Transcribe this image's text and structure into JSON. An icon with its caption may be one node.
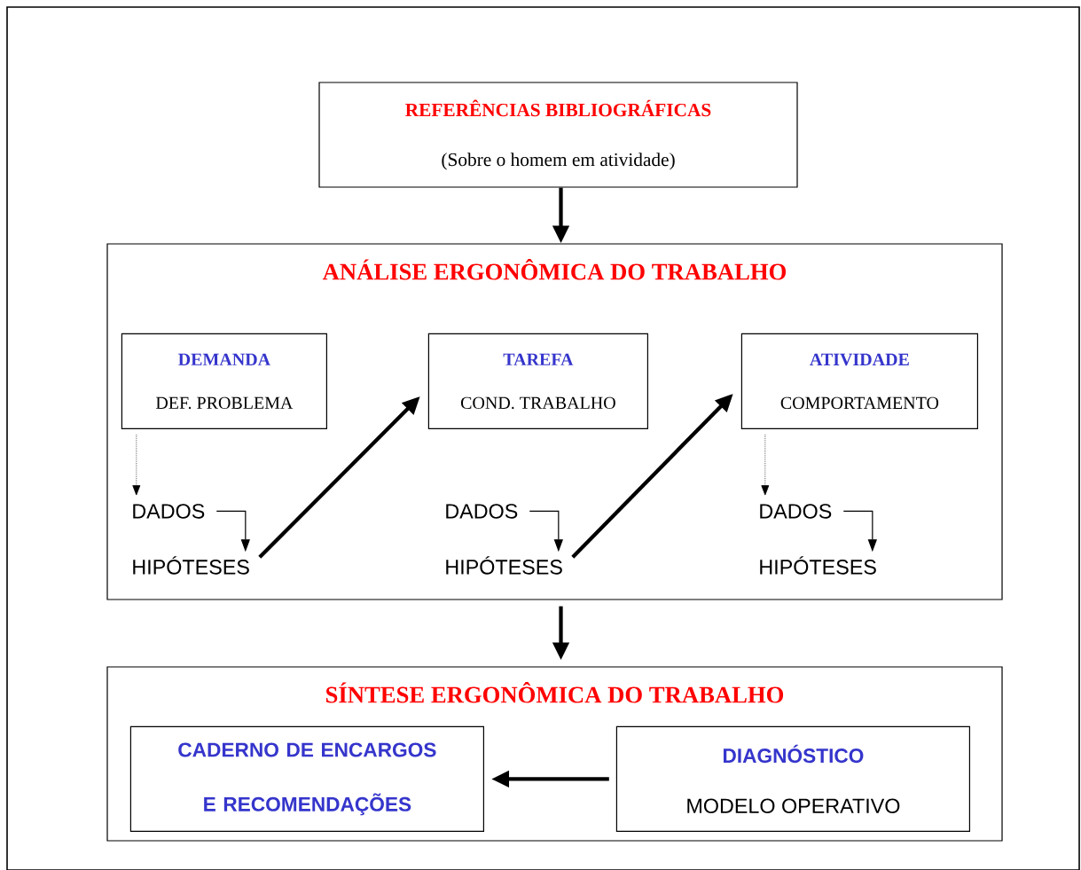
{
  "diagram": {
    "nodes": [
      {
        "text": [
          "REFERÊNCIAS BIBLIOGRÁFICAS",
          "(Sobre o homem em atividade)"
        ]
      },
      {
        "text": [
          "ANÁLISE ERGONÔMICA DO TRABALHO"
        ]
      },
      {
        "text": [
          "DEMANDA",
          "DEF. PROBLEMA"
        ],
        "in": 1
      },
      {
        "text": [
          "TAREFA",
          "COND. TRABALHO"
        ],
        "in": 1
      },
      {
        "text": [
          "ATIVIDADE",
          "COMPORTAMENTO"
        ],
        "in": 1
      },
      {
        "text": [
          "DADOS"
        ],
        "in": 1
      },
      {
        "text": [
          "HIPÓTESES"
        ],
        "in": 1
      },
      {
        "text": [
          "DADOS"
        ],
        "in": 1
      },
      {
        "text": [
          "HIPÓTESES"
        ],
        "in": 1
      },
      {
        "text": [
          "DADOS"
        ],
        "in": 1
      },
      {
        "text": [
          "HIPÓTESES"
        ],
        "in": 1
      },
      {
        "text": [
          "SÍNTESE ERGONÔMICA DO TRABALHO"
        ]
      },
      {
        "text": [
          "CADERNO DE ENCARGOS E RECOMENDAÇÕES"
        ],
        "in": 11
      },
      {
        "text": [
          "DIAGNÓSTICO",
          "MODELO OPERATIVO"
        ],
        "in": 11
      }
    ],
    "edges": [
      {
        "from": 0,
        "to": 1,
        "arrow": "to",
        "style": "thick"
      },
      {
        "from": 2,
        "to": 5,
        "arrow": "to",
        "style": "dashed"
      },
      {
        "from": 5,
        "to": 6,
        "arrow": "to"
      },
      {
        "from": 6,
        "to": 3,
        "arrow": "to",
        "style": "thick"
      },
      {
        "from": 7,
        "to": 8,
        "arrow": "to"
      },
      {
        "from": 8,
        "to": 4,
        "arrow": "to",
        "style": "thick"
      },
      {
        "from": 4,
        "to": 9,
        "arrow": "to",
        "style": "dashed"
      },
      {
        "from": 9,
        "to": 10,
        "arrow": "to"
      },
      {
        "from": 1,
        "to": 11,
        "arrow": "to",
        "style": "thick"
      },
      {
        "from": 13,
        "to": 12,
        "arrow": "to",
        "style": "thick"
      }
    ]
  }
}
